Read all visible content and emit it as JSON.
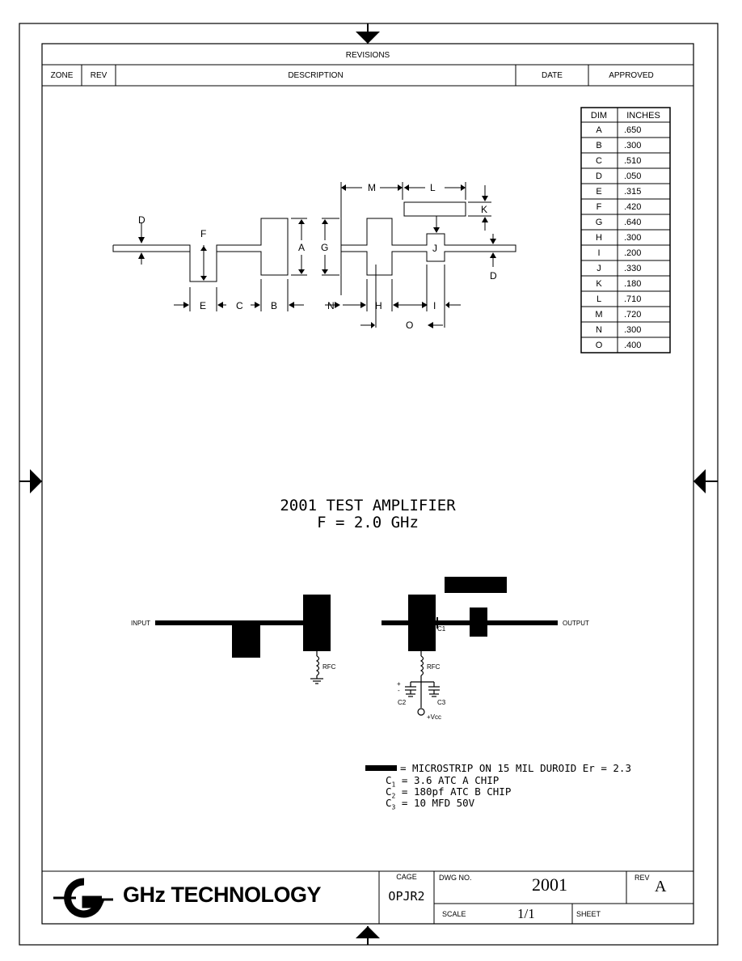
{
  "revisions": {
    "title": "REVISIONS",
    "columns": [
      "ZONE",
      "REV",
      "DESCRIPTION",
      "DATE",
      "APPROVED"
    ]
  },
  "dim_table": {
    "headers": [
      "DIM",
      "INCHES"
    ],
    "rows": [
      [
        "A",
        ".650"
      ],
      [
        "B",
        ".300"
      ],
      [
        "C",
        ".510"
      ],
      [
        "D",
        ".050"
      ],
      [
        "E",
        ".315"
      ],
      [
        "F",
        ".420"
      ],
      [
        "G",
        ".640"
      ],
      [
        "H",
        ".300"
      ],
      [
        "I",
        ".200"
      ],
      [
        "J",
        ".330"
      ],
      [
        "K",
        ".180"
      ],
      [
        "L",
        ".710"
      ],
      [
        "M",
        ".720"
      ],
      [
        "N",
        ".300"
      ],
      [
        "O",
        ".400"
      ]
    ]
  },
  "dimension_labels": {
    "d_left": "D",
    "f": "F",
    "a": "A",
    "g": "G",
    "m": "M",
    "l": "L",
    "k": "K",
    "j": "J",
    "d_right": "D",
    "e": "E",
    "c": "C",
    "b": "B",
    "n": "N",
    "h": "H",
    "i": "I",
    "o": "O"
  },
  "title": {
    "line1": "2001 TEST AMPLIFIER",
    "line2": "F = 2.0 GHz"
  },
  "schematic": {
    "input": "INPUT",
    "output": "OUTPUT",
    "rfc_left": "RFC",
    "rfc_right": "RFC",
    "c1": "C1",
    "c2": "C2",
    "c3": "C3",
    "vcc": "+Vcc",
    "plus": "+",
    "minus": "-"
  },
  "legend": {
    "microstrip": "= MICROSTRIP ON 15 MIL DUROID Er = 2.3",
    "c1_label": "C",
    "c1_sub": "1",
    "c1_text": "= 3.6 ATC A CHIP",
    "c2_label": "C",
    "c2_sub": "2",
    "c2_text": "= 180pf ATC B CHIP",
    "c3_label": "C",
    "c3_sub": "3",
    "c3_text": "= 10 MFD 50V"
  },
  "title_block": {
    "company": "GHz TECHNOLOGY",
    "cage_label": "CAGE",
    "cage_value": "OPJR2",
    "dwg_label": "DWG NO.",
    "dwg_value": "2001",
    "rev_label": "REV",
    "rev_value": "A",
    "scale_label": "SCALE",
    "scale_value": "1/1",
    "sheet_label": "SHEET"
  }
}
